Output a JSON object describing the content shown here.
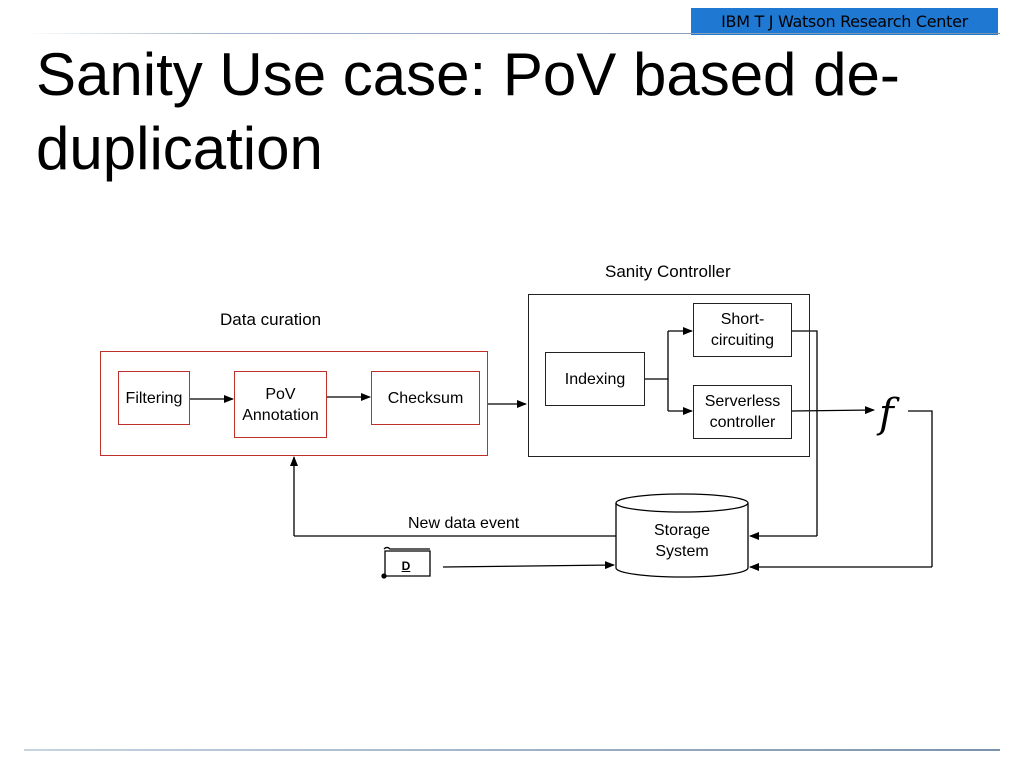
{
  "header": {
    "badge": "IBM T J Watson Research Center"
  },
  "title": "Sanity Use case: PoV based de-duplication",
  "diagram": {
    "data_curation": {
      "label": "Data curation",
      "filtering": "Filtering",
      "pov_annotation": "PoV\nAnnotation",
      "checksum": "Checksum"
    },
    "sanity_controller": {
      "label": "Sanity Controller",
      "indexing": "Indexing",
      "short_circuiting": "Short-\ncircuiting",
      "serverless_controller": "Serverless\ncontroller"
    },
    "function_symbol": "f",
    "storage_system": "Storage\nSystem",
    "new_data_event": "New data event",
    "data_document": "D"
  }
}
